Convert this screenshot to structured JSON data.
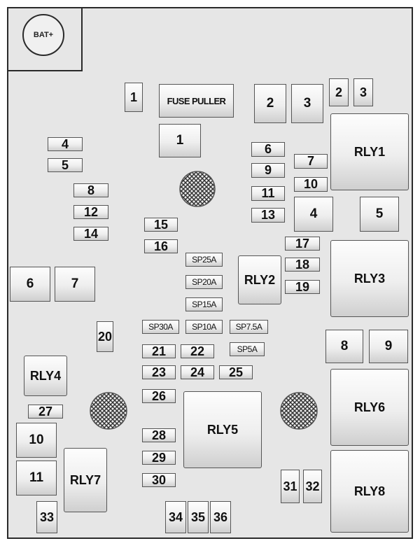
{
  "diagram": {
    "battery_label": "BAT+",
    "fuse_puller_label": "FUSE PULLER",
    "fuses": [
      "1",
      "1",
      "2",
      "3",
      "2",
      "3",
      "4",
      "5",
      "6",
      "7",
      "8",
      "9",
      "10",
      "11",
      "12",
      "13",
      "14",
      "4",
      "5",
      "15",
      "16",
      "17",
      "18",
      "19",
      "20",
      "21",
      "22",
      "23",
      "24",
      "25",
      "26",
      "27",
      "6",
      "7",
      "8",
      "9",
      "10",
      "11",
      "28",
      "29",
      "30",
      "31",
      "32",
      "33",
      "34",
      "35",
      "36"
    ],
    "sp_fuses": [
      "SP25A",
      "SP20A",
      "SP15A",
      "SP30A",
      "SP10A",
      "SP7.5A",
      "SP5A"
    ],
    "relays": [
      "RLY1",
      "RLY2",
      "RLY3",
      "RLY4",
      "RLY5",
      "RLY6",
      "RLY7",
      "RLY8"
    ]
  },
  "colors": {
    "panel": "#e6e6e6",
    "outline": "#2a2a2a"
  },
  "hatch_icons": [
    "crosshatch-circle-icon",
    "crosshatch-circle-icon",
    "crosshatch-circle-icon"
  ]
}
